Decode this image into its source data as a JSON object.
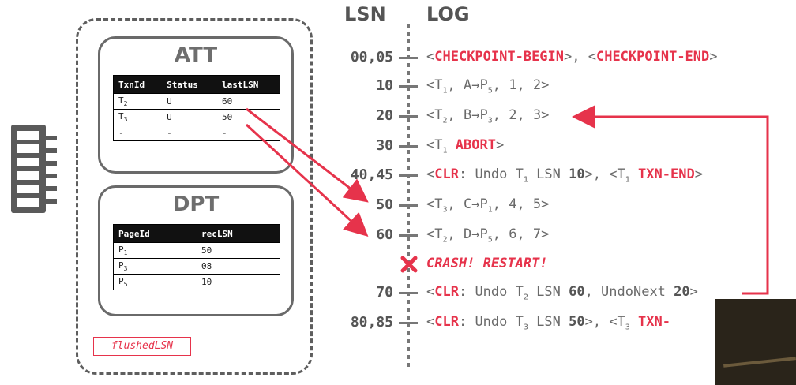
{
  "att": {
    "title": "ATT",
    "headers": [
      "TxnId",
      "Status",
      "lastLSN"
    ],
    "rows": [
      {
        "txn": "T",
        "txn_sub": "2",
        "status": "U",
        "last": "60"
      },
      {
        "txn": "T",
        "txn_sub": "3",
        "status": "U",
        "last": "50"
      },
      {
        "txn": "-",
        "txn_sub": "",
        "status": "-",
        "last": "-"
      }
    ]
  },
  "dpt": {
    "title": "DPT",
    "headers": [
      "PageId",
      "recLSN"
    ],
    "rows": [
      {
        "page": "P",
        "page_sub": "1",
        "rec": "50"
      },
      {
        "page": "P",
        "page_sub": "3",
        "rec": "08"
      },
      {
        "page": "P",
        "page_sub": "5",
        "rec": "10"
      }
    ]
  },
  "flushed_label": "flushedLSN",
  "headers": {
    "lsn": "LSN",
    "log": "LOG"
  },
  "log": [
    {
      "lsn": "00,05"
    },
    {
      "lsn": "10"
    },
    {
      "lsn": "20"
    },
    {
      "lsn": "30"
    },
    {
      "lsn": "40,45"
    },
    {
      "lsn": "50"
    },
    {
      "lsn": "60"
    },
    {
      "lsn": "70"
    },
    {
      "lsn": "80,85"
    }
  ],
  "crash": "CRASH! RESTART!",
  "log_text": {
    "l0_a": "CHECKPOINT-BEGIN",
    "l0_b": "CHECKPOINT-END",
    "l1": "A→P",
    "l1_sub": "5",
    "l1_tail": ", 1, 2>",
    "l2": "B→P",
    "l2_sub": "3",
    "l2_tail": ", 2, 3>",
    "l3_kw": "ABORT",
    "l4_kw": "CLR",
    "l4_mid": ": Undo T",
    "l4_lsn": " LSN ",
    "l4_num": "10",
    "l4_end": "TXN-END",
    "l5": "C→P",
    "l5_sub": "1",
    "l5_tail": ", 4, 5>",
    "l6": "D→P",
    "l6_sub": "5",
    "l6_tail": ", 6, 7>",
    "l7_kw": "CLR",
    "l7_mid": ": Undo T",
    "l7_lsn": " LSN ",
    "l7_num": "60",
    "l7_next": ", UndoNext ",
    "l7_next_num": "20",
    "l8_kw": "CLR",
    "l8_mid": ": Undo T",
    "l8_lsn": " LSN ",
    "l8_num": "50",
    "l8_end": "TXN-"
  },
  "colors": {
    "accent": "#e6334b",
    "gray": "#5e5e5e"
  }
}
